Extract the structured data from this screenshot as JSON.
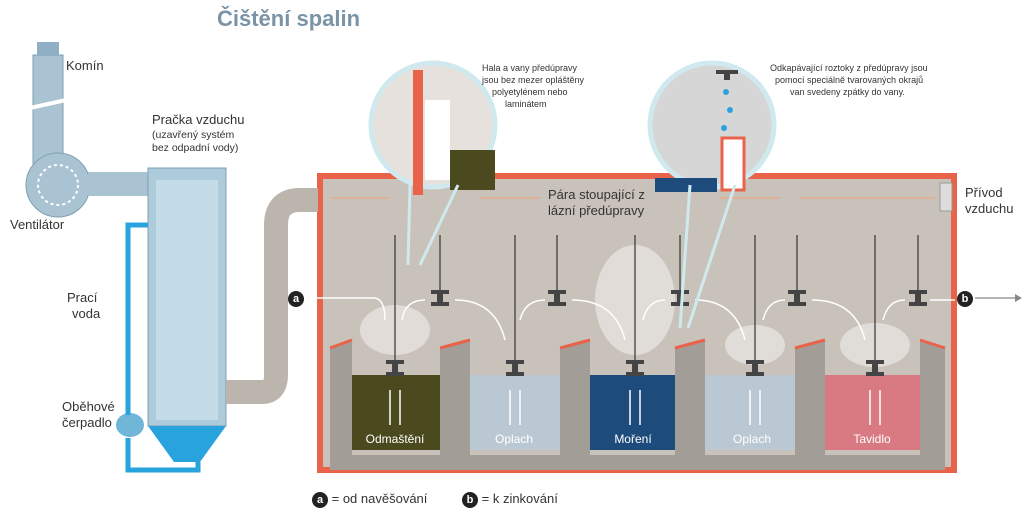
{
  "title": "Čištění spalin",
  "labels": {
    "komin": "Komín",
    "ventilator": "Ventilátor",
    "pracka_title": "Pračka vzduchu",
    "pracka_sub1": "(uzavřený systém",
    "pracka_sub2": "bez odpadní vody)",
    "praci1": "Prací",
    "praci2": "voda",
    "obehove1": "Oběhové",
    "obehove2": "čerpadlo",
    "para1": "Pára stoupající z",
    "para2": "lázní předúpravy",
    "privod1": "Přívod",
    "privod2": "vzduchu"
  },
  "callouts": {
    "left": [
      "Hala a vany předúpravy",
      "jsou bez mezer opláštěny",
      "polyetylénem nebo",
      "laminátem"
    ],
    "right": [
      "Odkapávající roztoky z předúpravy jsou",
      "pomocí speciálně tvarovaných okrajů",
      "van svedeny zpátky do vany."
    ]
  },
  "tanks": [
    {
      "name": "Odmaštění",
      "color": "#4a4a1e"
    },
    {
      "name": "Oplach",
      "color": "#b9c8d3"
    },
    {
      "name": "Moření",
      "color": "#1d4c7c"
    },
    {
      "name": "Oplach",
      "color": "#b9c8d3"
    },
    {
      "name": "Tavidlo",
      "color": "#d97a82"
    }
  ],
  "markers": {
    "a": "a",
    "b": "b"
  },
  "legend": {
    "a_text": "= od navěšování",
    "b_text": "= k zinkování"
  },
  "colors": {
    "accent": "#e8634a",
    "water": "#29a3dd",
    "hall": "#c9c2bb",
    "title": "#7a93a6"
  }
}
